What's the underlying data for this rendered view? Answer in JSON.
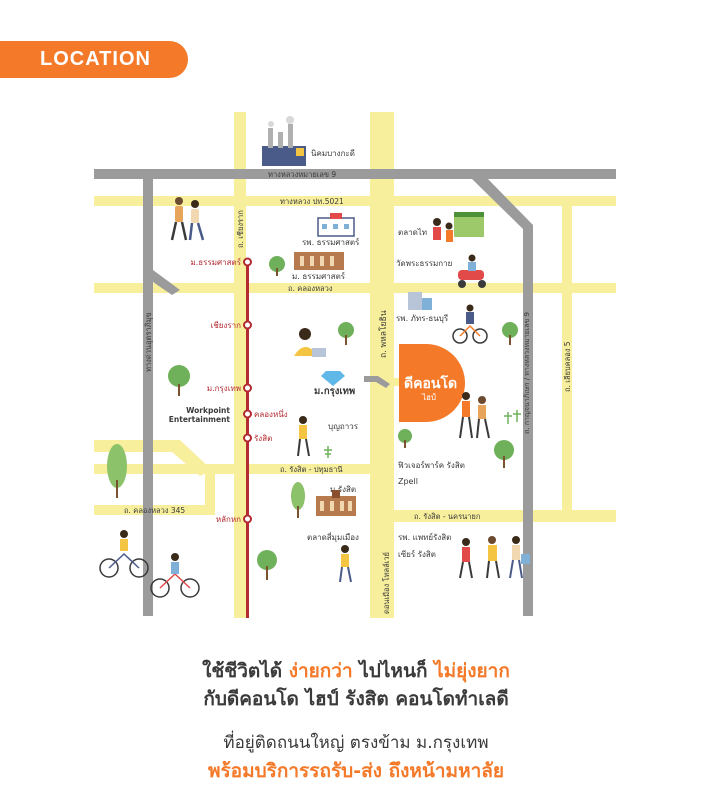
{
  "header": {
    "badge_label": "LOCATION"
  },
  "colors": {
    "accent": "#f47a2a",
    "road": "#f7ef9c",
    "highway": "#9b9b9b",
    "rail": "#b32a31",
    "text": "#3a3a3a"
  },
  "map": {
    "roads": {
      "highway9_top": "ทางหลวงหมายเลข 9",
      "highway5021": "ทางหลวง ปท.5021",
      "khlong_luang": "ถ. คลองหลวง",
      "rangsit_pathum": "ถ. รังสิต - ปทุมธานี",
      "khlong_luang_345": "ถ. คลองหลวง 345",
      "rangsit_nakhon_nayok": "ถ. รังสิต - นครนายก",
      "phahonyothin": "ถ. พหลโยธิน",
      "chiang_rak": "ถ. เชียงราก",
      "local_road": "ทางด่วนอุตราภิมุข",
      "ring_road": "ถ. กาญจนาภิเษก / ทางหลวงหมายเลข 9",
      "khlong5": "ถ. เลียบคลอง 5",
      "don_mueang_tollway": "ดอนเมือง โทลล์เวย์"
    },
    "rail_stations": [
      "ม.ธรรมศาสตร์",
      "เชียงราก",
      "ม.กรุงเทพ",
      "คลองหนึ่ง",
      "รังสิต",
      "หลักหก"
    ],
    "places": {
      "industrial": "นิคมบางกะดี",
      "thammasat_hospital": "รพ. ธรรมศาสตร์",
      "thammasat_university": "ม. ธรรมศาสตร์",
      "talad_thai": "ตลาดไท",
      "wat_phra_dhammakaya": "วัดพระธรรมกาย",
      "phatara_hospital": "รพ. ภัทร-ธนบุรี",
      "bangkok_university": "ม.กรุงเทพ",
      "workpoint_1": "Workpoint",
      "workpoint_2": "Entertainment",
      "boonthavorn": "บุญถาวร",
      "future_park": "ฟิวเจอร์พาร์ค รังสิต",
      "zpell": "Zpell",
      "rangsit_university": "ม.รังสิต",
      "talad_si_mum_mueang": "ตลาดสี่มุมเมือง",
      "paet_rangsit_hospital": "รพ. แพทย์รังสิต",
      "sear_rangsit": "เซียร์ รังสิต"
    },
    "brand": {
      "name_prefix": "ดี",
      "name_main": "คอนโด",
      "name_sub": "ไฮป์"
    }
  },
  "copy": {
    "line1_part1": "ใช้ชีวิตได้ ",
    "line1_highlight1": "ง่ายกว่า",
    "line1_part2": " ไปไหนก็ ",
    "line1_highlight2": "ไม่ยุ่งยาก",
    "line2": "กับดีคอนโด ไฮป์ รังสิต คอนโดทำเลดี",
    "line3": "ที่อยู่ติดถนนใหญ่ ตรงข้าม ม.กรุงเทพ",
    "line4": "พร้อมบริการรถรับ-ส่ง ถึงหน้ามหาลัย"
  }
}
